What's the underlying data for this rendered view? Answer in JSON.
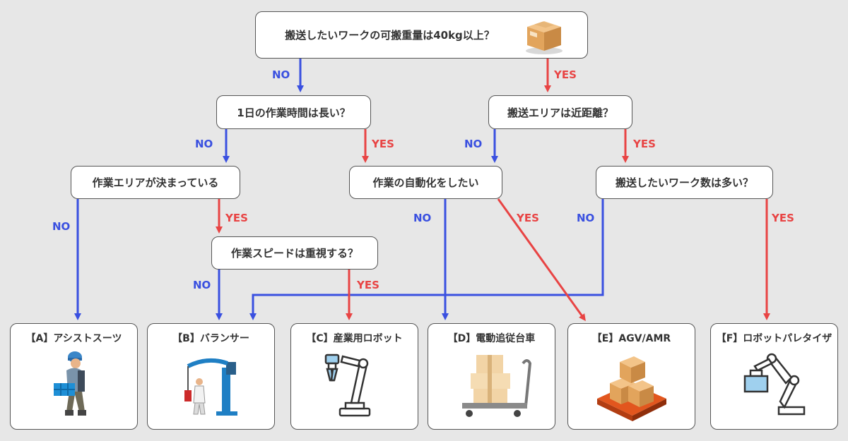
{
  "questions": {
    "q1": "搬送したいワークの可搬重量は40kg以上？",
    "q2": "1日の作業時間は長い？",
    "q3": "搬送エリアは近距離？",
    "q4": "作業エリアが決まっている",
    "q5": "作業の自動化をしたい",
    "q6": "搬送したいワーク数は多い？",
    "q7": "作業スピードは重視する？"
  },
  "labels": {
    "no": "NO",
    "yes": "YES"
  },
  "results": {
    "a": "【A】アシストスーツ",
    "b": "【B】バランサー",
    "c": "【C】産業用ロボット",
    "d": "【D】電動追従台車",
    "e": "【E】AGV/AMR",
    "f": "【F】ロボットパレタイザ"
  },
  "colors": {
    "no": "#3a50e0",
    "yes": "#e84444",
    "background": "#e7e7e7"
  },
  "icons": [
    "cardboard-box-icon",
    "worker-assist-suit-icon",
    "balancer-crane-icon",
    "robot-arm-icon",
    "hand-cart-icon",
    "agv-icon",
    "palletizer-robot-icon"
  ]
}
